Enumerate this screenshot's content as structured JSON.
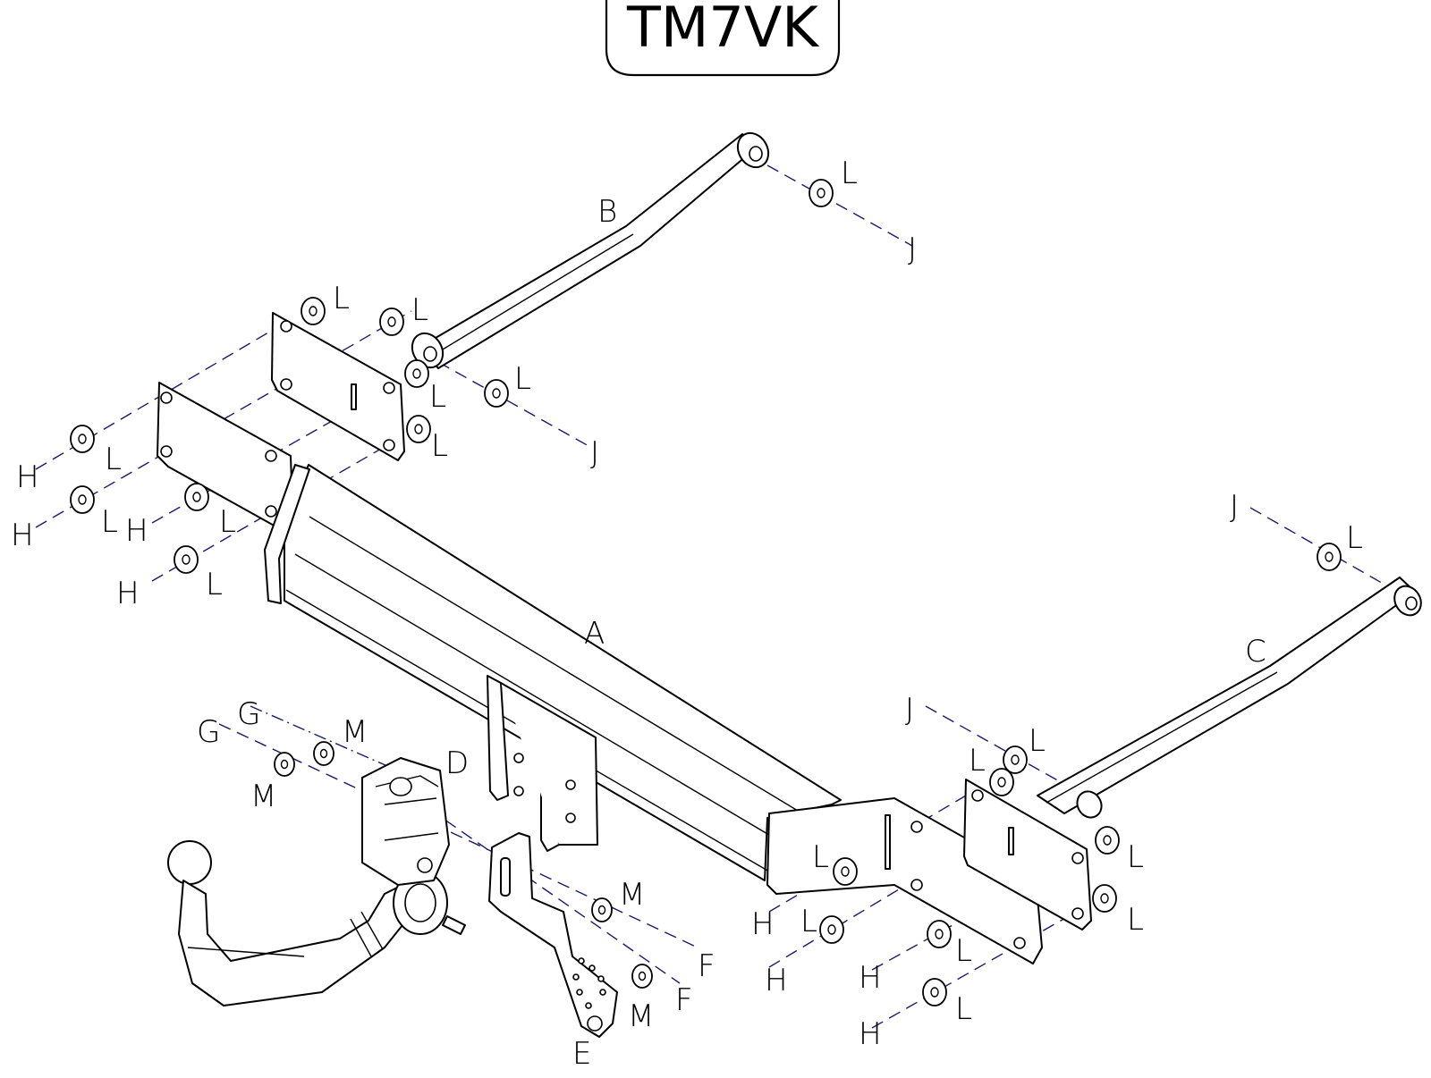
{
  "title": "TM7VK",
  "parts": {
    "A": "A",
    "B": "B",
    "C": "C",
    "D": "D",
    "E": "E"
  },
  "fasteners": {
    "F": "F",
    "G": "G",
    "H": "H",
    "J": "J",
    "L": "L",
    "M": "M"
  }
}
